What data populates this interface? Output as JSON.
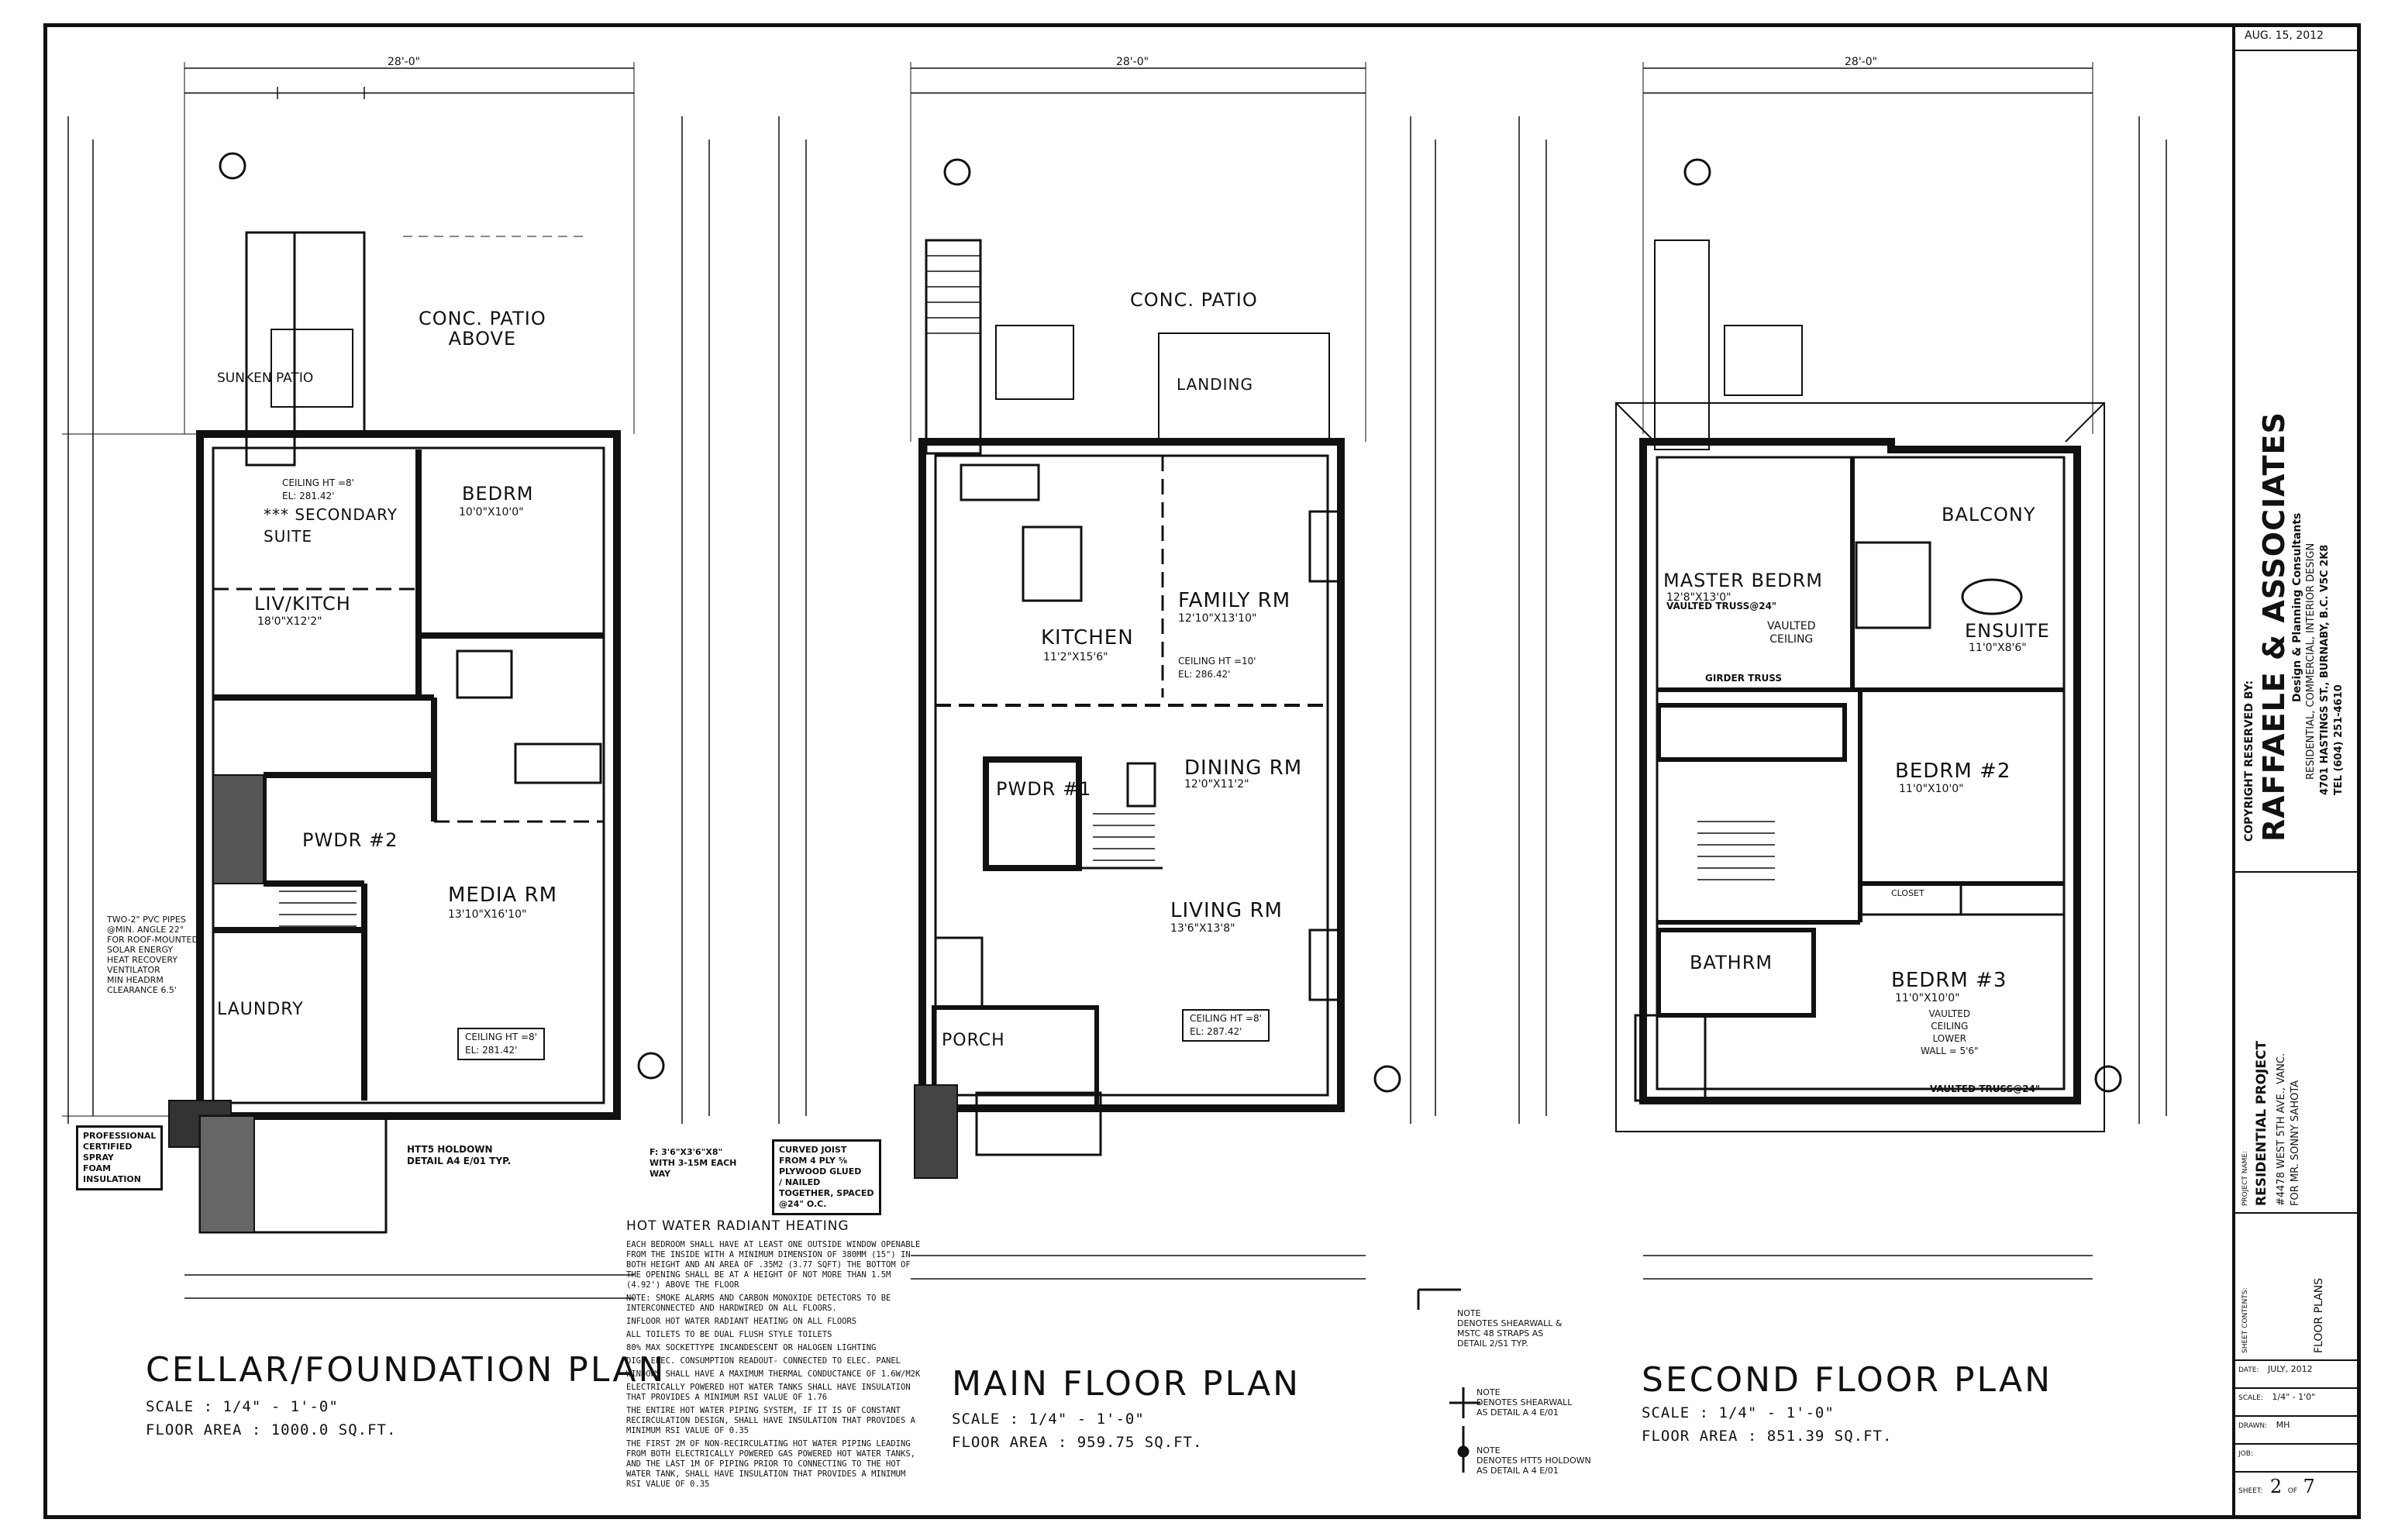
{
  "plans": [
    {
      "title": "CELLAR/FOUNDATION PLAN",
      "scale": "SCALE :  1/4\"  -  1'-0\"",
      "area": "FLOOR AREA  :  1000.0 SQ.FT.",
      "overall_width": "28'-0\"",
      "rooms": {
        "patio": "CONC. PATIO\nABOVE",
        "sunken": "SUNKEN PATIO",
        "suite": "*** SECONDARY\nSUITE",
        "bedrm": "BEDRM",
        "bedrm_size": "10'0\"X10'0\"",
        "livkitch": "LIV/KITCH",
        "livkitch_size": "18'0\"X12'2\"",
        "pwdr": "PWDR #2",
        "media": "MEDIA RM",
        "media_size": "13'10\"X16'10\"",
        "laundry": "LAUNDRY",
        "ceiling": "CEILING HT =8'\nEL: 281.42'",
        "ceiling2": "CEILING HT =8'\nEL: 281.42'"
      },
      "box_notes": [
        "PROFESSIONAL\nCERTIFIED\nSPRAY\nFOAM\nINSULATION",
        "HTT5 HOLDOWN\nDETAIL A4 E/01 TYP."
      ],
      "side_notes": "TWO-2\" PVC PIPES\n@MIN. ANGLE 22°\nFOR ROOF-MOUNTED\nSOLAR ENERGY\nHEAT RECOVERY\nVENTILATOR\nMIN HEADRM\nCLEARANCE 6.5'"
    },
    {
      "title": "MAIN FLOOR PLAN",
      "scale": "SCALE :  1/4\"  -  1'-0\"",
      "area": "FLOOR AREA  :  959.75 SQ.FT.",
      "overall_width": "28'-0\"",
      "rooms": {
        "patio": "CONC. PATIO",
        "landing": "LANDING",
        "kitchen": "KITCHEN",
        "kitchen_size": "11'2\"X15'6\"",
        "family": "FAMILY RM",
        "family_size": "12'10\"X13'10\"",
        "dining": "DINING RM",
        "dining_size": "12'0\"X11'2\"",
        "pwdr": "PWDR #1",
        "living": "LIVING RM",
        "living_size": "13'6\"X13'8\"",
        "porch": "PORCH",
        "ceiling": "CEILING HT =10'\nEL: 286.42'",
        "ceiling2": "CEILING HT =8'\nEL: 287.42'"
      },
      "box_notes": [
        "CURVED JOIST\nFROM 4 PLY ⅝\nPLYWOOD GLUED\n/ NAILED\nTOGETHER, SPACED\n@24\" O.C."
      ]
    },
    {
      "title": "SECOND FLOOR PLAN",
      "scale": "SCALE :  1/4\"  -  1'-0\"",
      "area": "FLOOR AREA  :  851.39 SQ.FT.",
      "overall_width": "28'-0\"",
      "rooms": {
        "master": "MASTER BEDRM",
        "master_size": "12'8\"X13'0\"",
        "vaulted": "VAULTED\nCEILING",
        "balcony": "BALCONY",
        "ensuite": "ENSUITE",
        "ensuite_size": "11'0\"X8'6\"",
        "bedrm2": "BEDRM #2",
        "bedrm2_size": "11'0\"X10'0\"",
        "bathrm": "BATHRM",
        "bedrm3": "BEDRM #3",
        "bedrm3_size": "11'0\"X10'0\"",
        "vaulted3": "VAULTED\nCEILING\nLOWER\nWALL = 5'6\"",
        "closet": "CLOSET",
        "truss1": "VAULTED TRUSS@24\"",
        "truss2": "GIRDER TRUSS",
        "truss3": "VAULTED TRUSS@24\""
      }
    }
  ],
  "notes": {
    "heading": "HOT WATER RADIANT HEATING",
    "f_note": "F: 3'6\"X3'6\"X8\"\nWITH 3-15M EACH\nWAY",
    "paragraphs": [
      "EACH BEDROOM SHALL HAVE AT LEAST ONE OUTSIDE WINDOW OPENABLE FROM THE INSIDE WITH A MINIMUM DIMENSION OF 380MM (15\") IN BOTH HEIGHT AND AN AREA OF .35M2 (3.77 SQFT) THE BOTTOM OF THE OPENING SHALL BE AT A HEIGHT OF NOT MORE THAN 1.5M (4.92') ABOVE THE FLOOR",
      "NOTE: SMOKE ALARMS AND CARBON MONOXIDE DETECTORS TO BE INTERCONNECTED AND HARDWIRED ON ALL FLOORS.",
      "INFLOOR HOT WATER RADIANT HEATING ON ALL FLOORS",
      "ALL TOILETS TO BE DUAL FLUSH STYLE TOILETS",
      "80% MAX SOCKETTYPE INCANDESCENT OR HALOGEN LIGHTING",
      "DIGI ELEC. CONSUMPTION READOUT- CONNECTED TO ELEC. PANEL",
      "WINDOWS SHALL HAVE A MAXIMUM THERMAL CONDUCTANCE OF 1.6W/M2K",
      "ELECTRICALLY POWERED HOT WATER TANKS SHALL HAVE INSULATION THAT PROVIDES A MINIMUM RSI VALUE OF 1.76",
      "THE ENTIRE HOT WATER PIPING SYSTEM, IF IT IS OF CONSTANT RECIRCULATION DESIGN, SHALL HAVE INSULATION THAT PROVIDES A MINIMUM RSI VALUE OF 0.35",
      "THE FIRST 2M OF NON-RECIRCULATING HOT WATER PIPING LEADING FROM BOTH ELECTRICALLY POWERED GAS POWERED HOT WATER TANKS, AND THE LAST 1M OF PIPING PRIOR TO CONNECTING TO THE HOT WATER TANK, SHALL HAVE INSULATION THAT PROVIDES A MINIMUM RSI VALUE OF 0.35"
    ],
    "legend1": "NOTE\nDENOTES SHEARWALL &\nMSTC 48 STRAPS AS\nDETAIL 2/S1 TYP.",
    "legend2": "NOTE\nDENOTES SHEARWALL\nAS DETAIL A 4 E/01",
    "legend3": "NOTE\nDENOTES HTT5 HOLDOWN\nAS DETAIL A 4 E/01"
  },
  "title_block": {
    "date_top": "AUG. 15, 2012",
    "copyright": "COPYRIGHT RESERVED BY:",
    "firm": "RAFFAELE & ASSOCIATES",
    "firm_sub": "Design & Planning Consultants",
    "firm_line": "RESIDENTIAL, COMMERCIAL, INTERIOR DESIGN",
    "address": "4701 HASTINGS ST., BURNABY, B.C.  V5C 2K8",
    "tel": "TEL (604) 251-4610",
    "project_label": "PROJECT NAME:",
    "project": "RESIDENTIAL PROJECT",
    "project_addr": "#4478 WEST 5TH AVE., VANC.",
    "project_for": "FOR MR. SONNY SAHOTA",
    "sheet_label": "SHEET CONTENTS:",
    "sheet_contents": "FLOOR PLANS",
    "date_label": "DATE:",
    "date": "JULY, 2012",
    "scale_label": "SCALE:",
    "scale": "1/4\" - 1'0\"",
    "drawn_label": "DRAWN:",
    "drawn": "MH",
    "job_label": "JOB:",
    "job": "",
    "sheet_no_label": "SHEET:",
    "sheet_no": "2",
    "of_label": "OF",
    "of": "7"
  }
}
